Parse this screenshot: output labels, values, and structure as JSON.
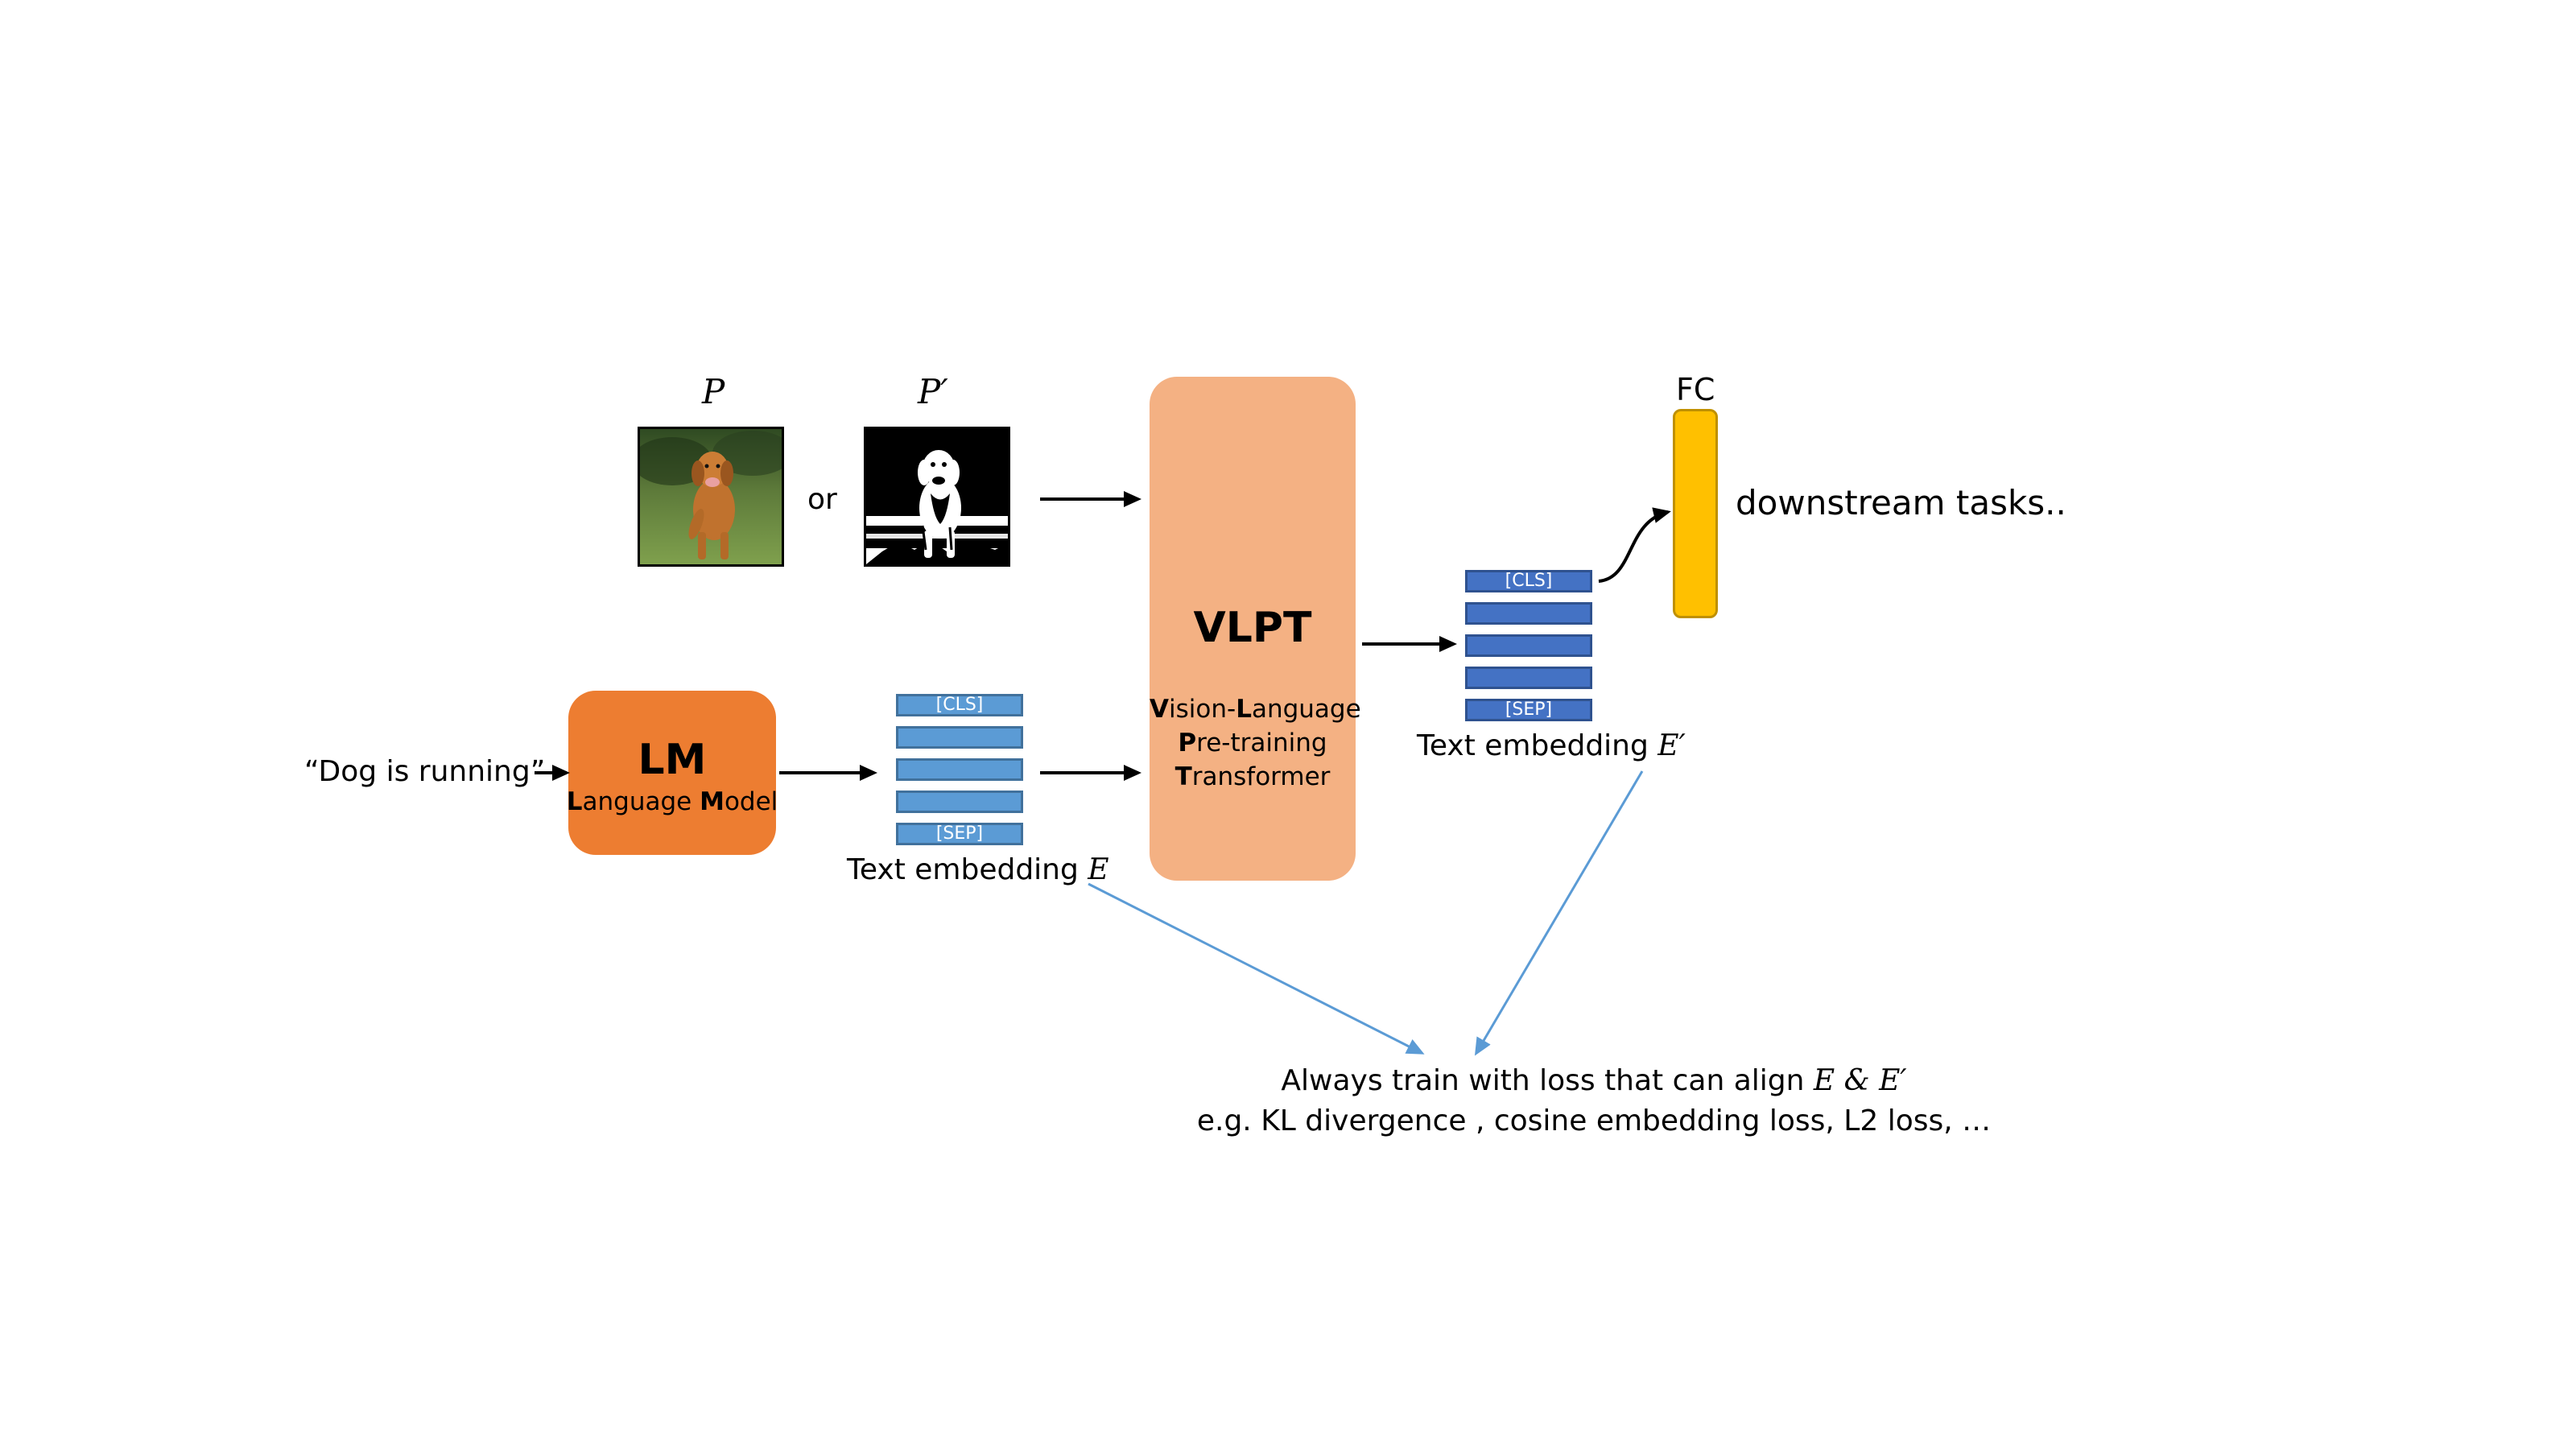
{
  "inputs": {
    "p_label": "P",
    "p_prime_label": "P′",
    "or_text": "or",
    "sentence": "“Dog is running”"
  },
  "lm": {
    "title": "LM",
    "subtitle_parts": [
      {
        "bold": "L",
        "rest": "anguage "
      },
      {
        "bold": "M",
        "rest": "odel"
      }
    ],
    "color": "#ed7d31"
  },
  "vlpt": {
    "title": "VLPT",
    "lines": [
      {
        "bold": "V",
        "mid": "ision-",
        "bold2": "L",
        "rest": "anguage"
      },
      {
        "bold": "P",
        "mid": "re-training",
        "bold2": "",
        "rest": ""
      },
      {
        "bold": "T",
        "mid": "ransformer",
        "bold2": "",
        "rest": ""
      }
    ],
    "color": "#f4b183"
  },
  "text_embedding_e": {
    "tokens": [
      "[CLS]",
      "",
      "",
      "",
      "[SEP]"
    ],
    "caption": "Text embedding",
    "symbol": "E",
    "color": "#5b9bd5"
  },
  "text_embedding_e_prime": {
    "tokens": [
      "[CLS]",
      "",
      "",
      "",
      "[SEP]"
    ],
    "caption": "Text embedding",
    "symbol": "E′",
    "color": "#4472c4"
  },
  "fc": {
    "label": "FC",
    "color": "#ffc000"
  },
  "downstream": "downstream tasks..",
  "loss_note": {
    "line1": "Always train with loss that can align",
    "line1_math": "E & E′",
    "line2": "e.g. KL divergence , cosine embedding loss, L2 loss, …"
  }
}
